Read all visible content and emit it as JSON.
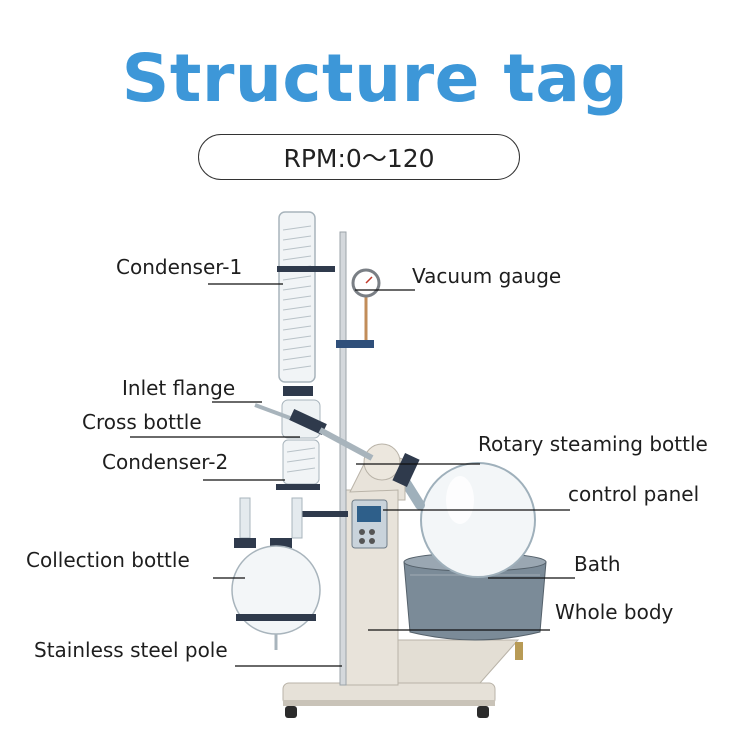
{
  "title": "Structure tag",
  "rpm_label": "RPM:0～120",
  "labels": {
    "condenser1": "Condenser-1",
    "vacuum_gauge": "Vacuum gauge",
    "inlet_flange": "Inlet flange",
    "cross_bottle": "Cross bottle",
    "rotary_bottle": "Rotary steaming bottle",
    "condenser2": "Condenser-2",
    "control_panel": "control panel",
    "collection_bottle": "Collection bottle",
    "bath": "Bath",
    "whole_body": "Whole body",
    "stainless_pole": "Stainless steel pole"
  },
  "colors": {
    "title": "#3d97d8",
    "body": "#e8e3da",
    "bath": "#7b8b98",
    "glass": "#c9d3da",
    "clamp": "#2f3a4c"
  }
}
